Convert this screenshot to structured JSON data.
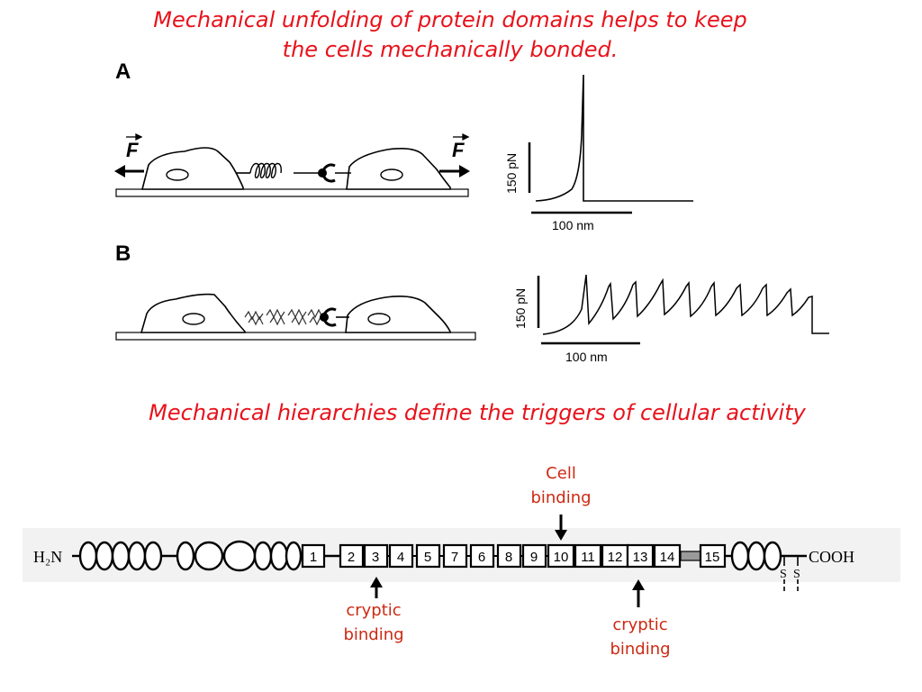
{
  "slide": {
    "title_top_line1": "Mechanical unfolding of protein domains helps to keep",
    "title_top_line2": "the cells mechanically bonded.",
    "title_mid": "Mechanical hierarchies define the triggers of cellular activity",
    "title_color": "#e8121b",
    "label_color": "#cc2a12"
  },
  "panel_a": {
    "label": "A",
    "force_symbol": "F",
    "scale_force": "150 pN",
    "scale_distance": "100 nm"
  },
  "panel_b": {
    "label": "B",
    "scale_force": "150 pN",
    "scale_distance": "100 nm"
  },
  "fibronectin": {
    "n_terminus": "H₂N",
    "c_terminus": "COOH",
    "disulfide_left": "S",
    "disulfide_right": "S",
    "modules": [
      "1",
      "2",
      "3",
      "4",
      "5",
      "7",
      "6",
      "8",
      "9",
      "10",
      "11",
      "12",
      "13",
      "14",
      "15"
    ],
    "cell_binding_line1": "Cell",
    "cell_binding_line2": "binding",
    "cryptic_left_line1": "cryptic",
    "cryptic_left_line2": "binding",
    "cryptic_right_line1": "cryptic",
    "cryptic_right_line2": "binding"
  }
}
